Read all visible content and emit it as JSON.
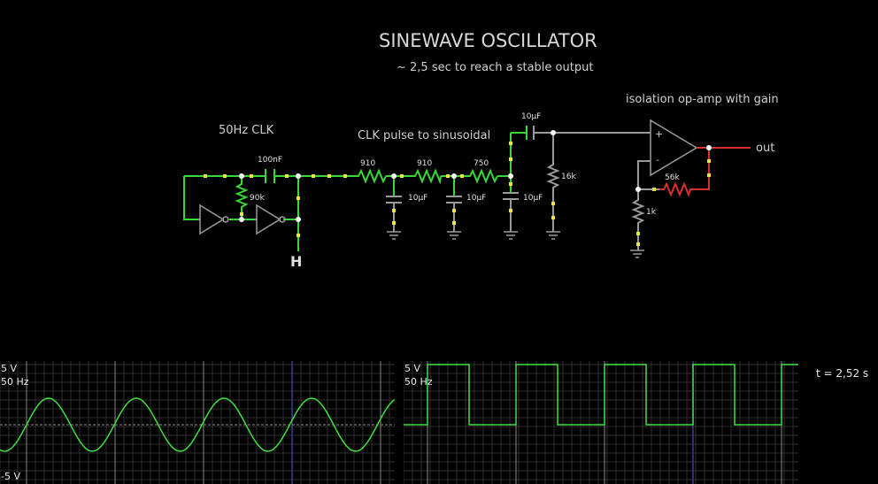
{
  "title": "SINEWAVE OSCILLATOR",
  "subtitle": "~ 2,5 sec to reach a stable output",
  "notes": {
    "clk": "50Hz CLK",
    "filter": "CLK pulse to sinusoidal",
    "isolation": "isolation op-amp with gain"
  },
  "components": {
    "c_clk": "100nF",
    "r_clk": "90k",
    "r1": "910",
    "r2": "910",
    "r3": "750",
    "c1": "10µF",
    "c2": "10µF",
    "c3": "10µF",
    "c_out": "10µF",
    "r_bias": "16k",
    "r_fb": "56k",
    "r_gnd": "1k",
    "plus": "+",
    "minus": "-",
    "output": "out",
    "probe": "H"
  },
  "scopes": [
    {
      "id": "left",
      "max_label": "5 V",
      "freq_label": "50 Hz",
      "min_label": "-5 V",
      "waveform": "sine",
      "cycles": 4.5
    },
    {
      "id": "right",
      "max_label": "5 V",
      "freq_label": "50 Hz",
      "min_label": "",
      "waveform": "square",
      "cycles": 4.5
    }
  ],
  "time_readout": "t = 2,52 s",
  "colors": {
    "wire_active": "#39d739",
    "wire_idle": "#9a9a9a",
    "wire_hot": "#d83030",
    "node": "#ffffff",
    "current_dot": "#e8e83a",
    "trace": "#3ee03e",
    "grid": "#2e2e2e",
    "grid_major": "#8a8a8a",
    "cursor": "#3a3aa8"
  }
}
